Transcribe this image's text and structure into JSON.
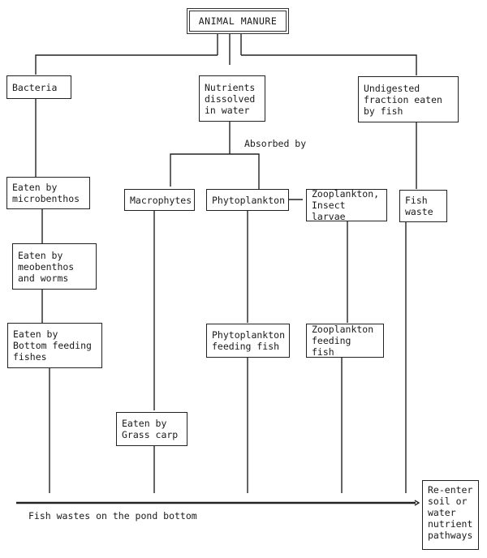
{
  "diagram": {
    "title": "ANIMAL MANURE",
    "nodes": {
      "bacteria": "Bacteria",
      "nutrients": "Nutrients\ndissolved\nin water",
      "undigested": "Undigested\nfraction eaten\nby fish",
      "microbenthos": "Eaten by\nmicrobenthos",
      "macrophytes": "Macrophytes",
      "phytoplankton": "Phytoplankton",
      "zooplankton": "Zooplankton,\nInsect larvae",
      "fish_waste": "Fish\nwaste",
      "meobenthos": "Eaten by\nmeobenthos\nand worms",
      "bottom_feeding": "Eaten by\nBottom feeding\nfishes",
      "phyto_fish": "Phytoplankton\nfeeding fish",
      "zoo_fish": "Zooplankton\nfeeding fish",
      "grass_carp": "Eaten by\nGrass carp",
      "re_enter": "Re-enter\nsoil or\nwater\nnutrient\npathways"
    },
    "labels": {
      "absorbed_by": "Absorbed by",
      "pond_bottom": "Fish wastes on the pond bottom"
    },
    "edges": [
      [
        "title",
        "bacteria"
      ],
      [
        "title",
        "nutrients"
      ],
      [
        "title",
        "undigested"
      ],
      [
        "bacteria",
        "microbenthos"
      ],
      [
        "microbenthos",
        "meobenthos"
      ],
      [
        "meobenthos",
        "bottom_feeding"
      ],
      [
        "nutrients",
        "macrophytes"
      ],
      [
        "nutrients",
        "phytoplankton"
      ],
      [
        "zooplankton",
        "phytoplankton"
      ],
      [
        "undigested",
        "fish_waste"
      ],
      [
        "macrophytes",
        "grass_carp"
      ],
      [
        "phytoplankton",
        "phyto_fish"
      ],
      [
        "zooplankton",
        "zoo_fish"
      ],
      [
        "bottom_feeding",
        "pond_bottom"
      ],
      [
        "grass_carp",
        "pond_bottom"
      ],
      [
        "phyto_fish",
        "pond_bottom"
      ],
      [
        "zoo_fish",
        "pond_bottom"
      ],
      [
        "fish_waste",
        "pond_bottom"
      ],
      [
        "pond_bottom",
        "re_enter"
      ]
    ]
  }
}
